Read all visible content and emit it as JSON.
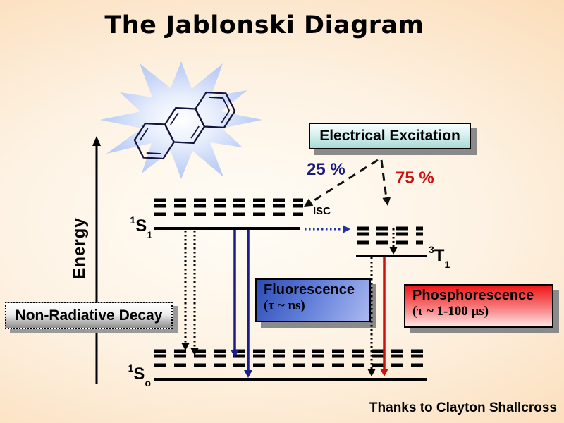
{
  "slide": {
    "title": "The Jablonski Diagram",
    "credit": "Thanks to Clayton Shallcross"
  },
  "axis": {
    "label": "Energy"
  },
  "levels": {
    "s1": {
      "sup": "1",
      "base": "S",
      "sub": "1"
    },
    "t1": {
      "sup": "3",
      "base": "T",
      "sub": "1"
    },
    "s0": {
      "sup": "1",
      "base": "S",
      "sub": "o"
    }
  },
  "annotations": {
    "isc": "ISC",
    "pct25": "25 %",
    "pct75": "75 %"
  },
  "boxes": {
    "electrical_excitation": {
      "label": "Electrical Excitation"
    },
    "fluorescence": {
      "title": "Fluorescence",
      "lifetime": "(τ ~ ns)"
    },
    "phosphorescence": {
      "title": "Phosphorescence",
      "lifetime": "(τ ~ 1-100 μs)"
    },
    "non_radiative": {
      "label": "Non-Radiative Decay"
    }
  },
  "icons": {
    "starburst": "excitation-starburst",
    "molecule": "anthracene-structure"
  },
  "colors": {
    "pct25_text": "#1b1b7e",
    "pct75_text": "#cc1111",
    "fluorescence_arrow": "#1c1c8a",
    "phosphorescence_arrow": "#cc1111",
    "isc_arrow": "#223399",
    "starburst_fill": "#b7c9f2",
    "excitation_box_fill": "#a6dad6",
    "fluorescence_box_fill": "#2c4cb4",
    "phosphorescence_box_fill": "#ee1515",
    "non_radiative_box_fill": "#8e8e8e"
  }
}
